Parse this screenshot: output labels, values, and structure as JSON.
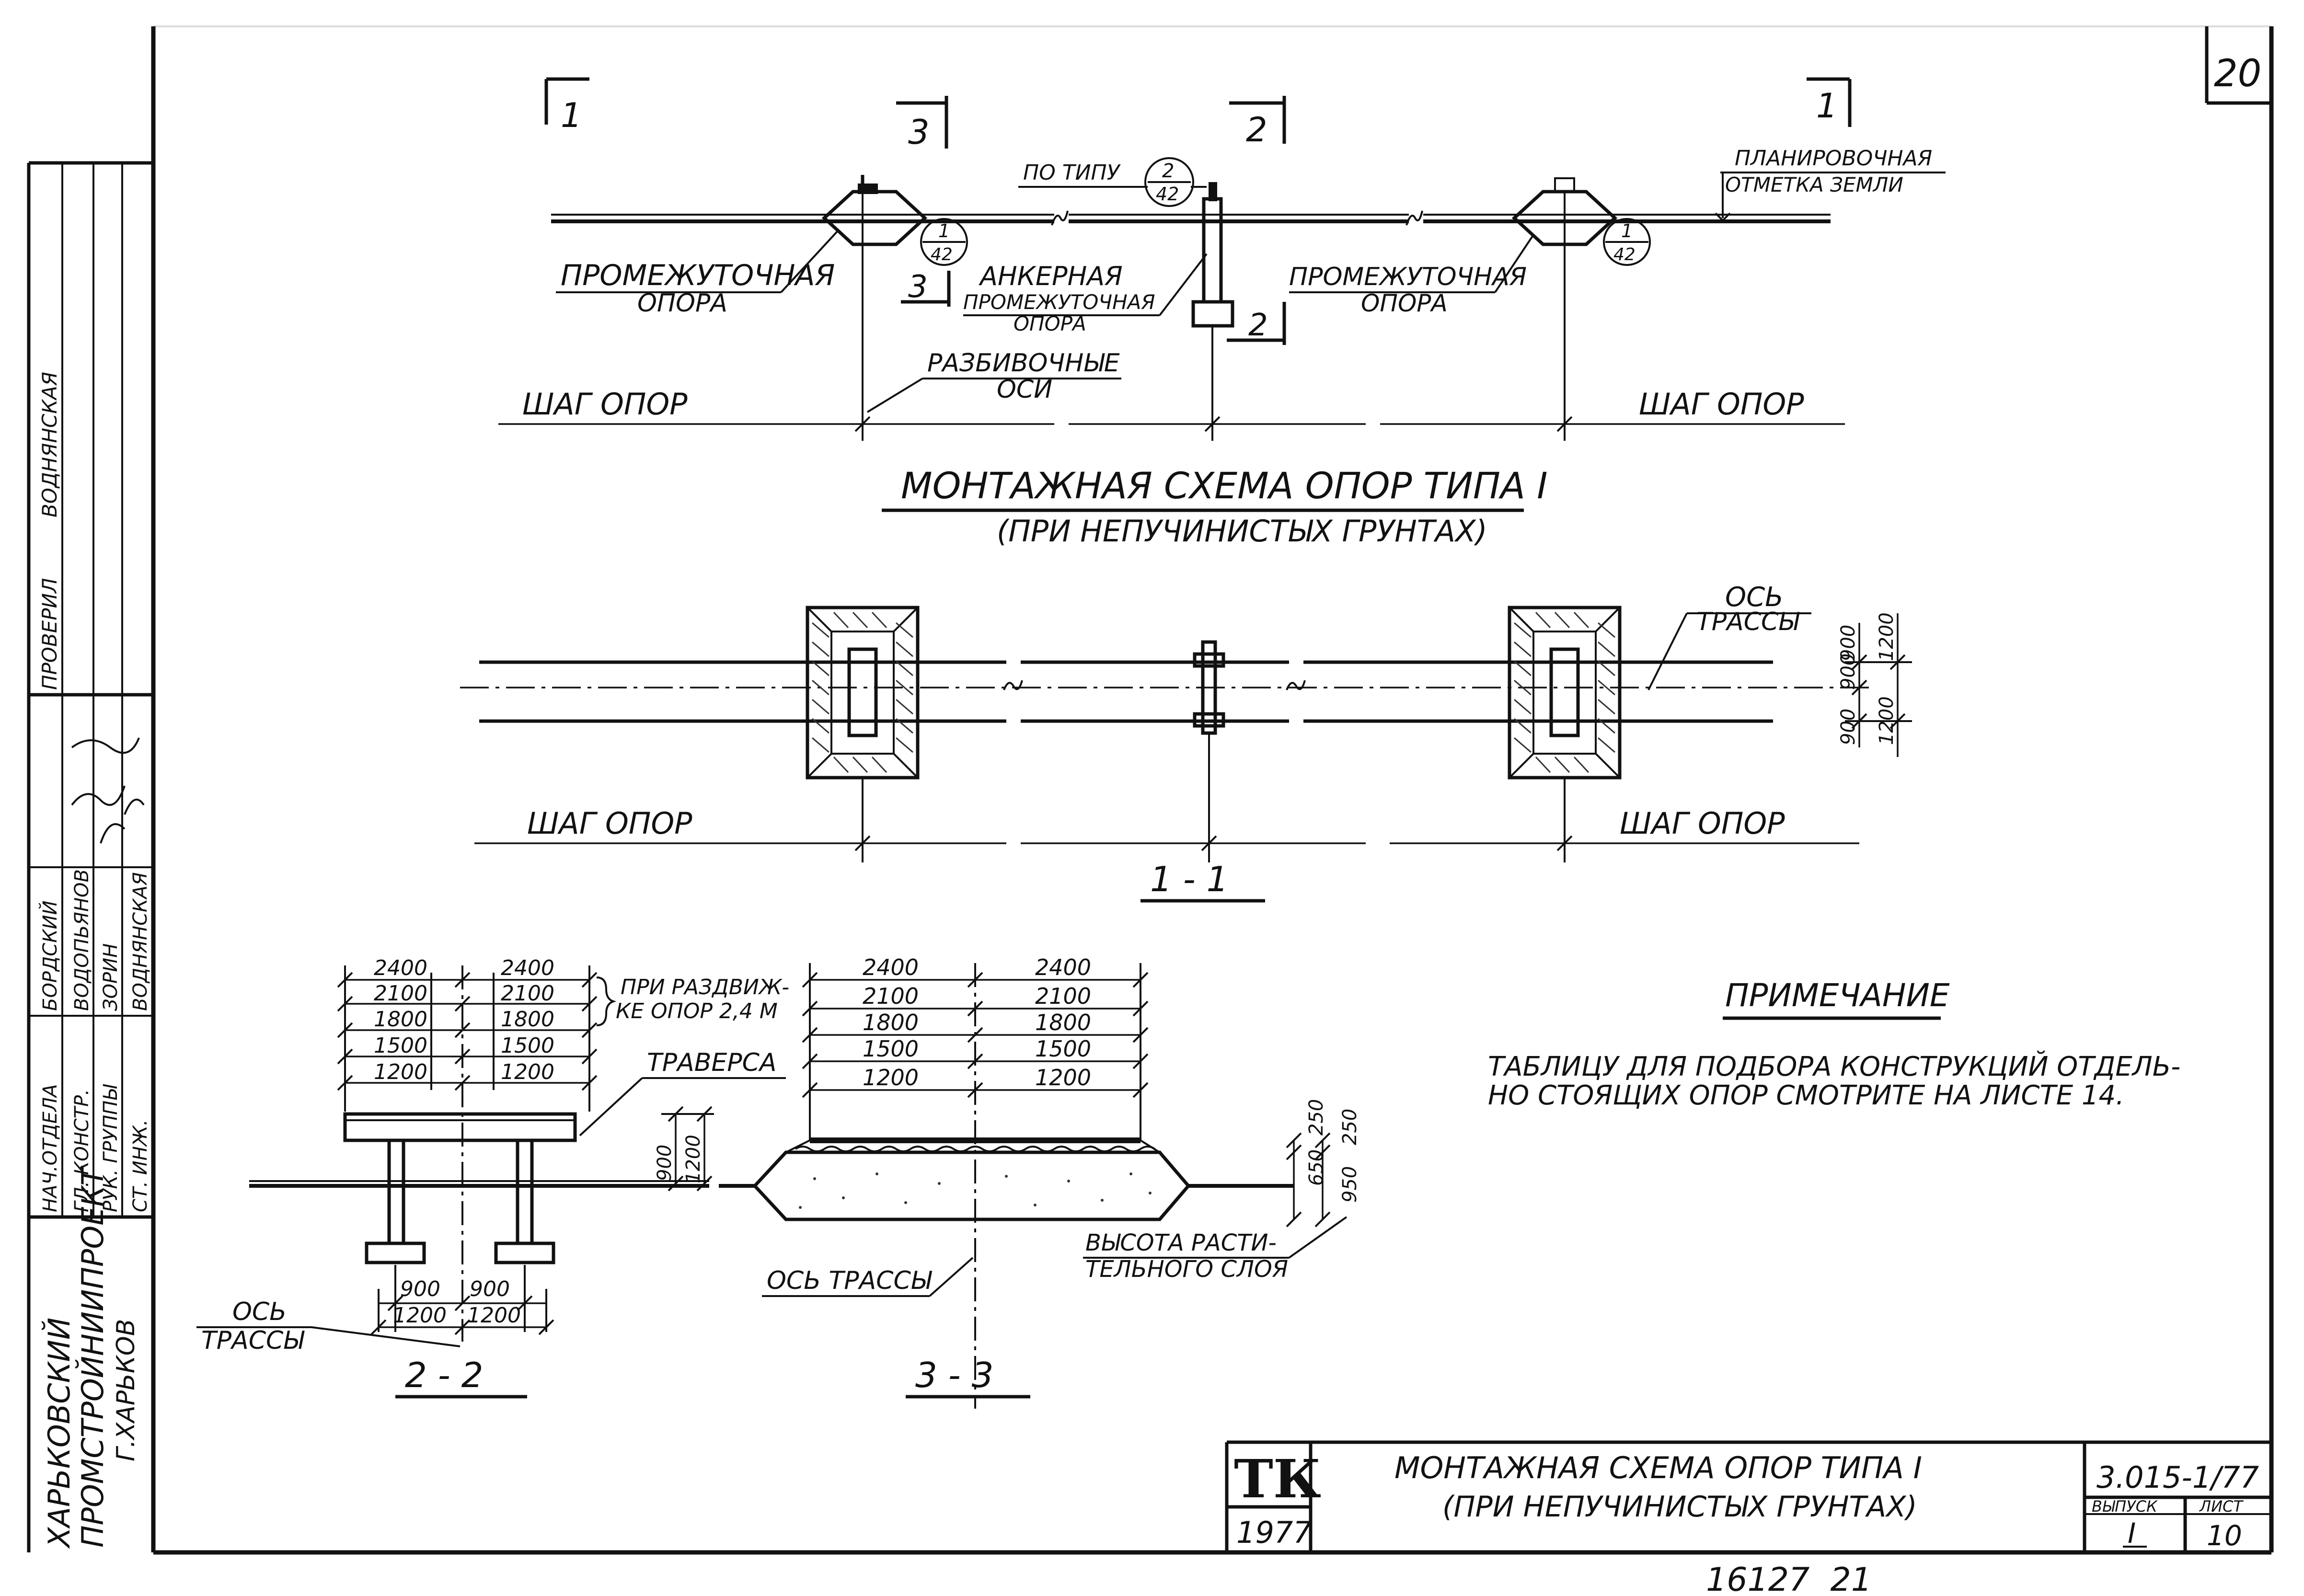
{
  "sheet_number": "20",
  "side_stamp": {
    "org_line1": "ХАРЬКОВСКИЙ",
    "org_line2": "ПРОМСТРОЙНИИПРОЕКТ",
    "org_line3": "Г.ХАРЬКОВ",
    "rows": [
      {
        "role": "НАЧ.ОТДЕЛА",
        "name": "БОРДСКИЙ"
      },
      {
        "role": "ГЛ. КОНСТР.",
        "name": "ВОДОПЬЯНОВ"
      },
      {
        "role": "РУК. ГРУППЫ",
        "name": "ЗОРИН"
      },
      {
        "role": "СТ. ИНЖ.",
        "name": "ВОДНЯНСКАЯ"
      }
    ],
    "checked_label": "ПРОВЕРИЛ",
    "checked_name": "ВОДНЯНСКАЯ"
  },
  "top_view": {
    "section_1_left": "1",
    "section_3_top": "3",
    "section_2_top": "2",
    "section_1_right": "1",
    "section_3_bottom": "3",
    "section_2_bottom": "2",
    "po_tipu": "ПО ТИПУ",
    "ref_2_42_top": "2",
    "ref_2_42_bottom": "42",
    "ref_left_top": "1",
    "ref_left_bottom": "42",
    "ref_right_top": "1",
    "ref_right_bottom": "42",
    "planning_line1": "ПЛАНИРОВОЧНАЯ",
    "planning_line2": "ОТМЕТКА ЗЕМЛИ",
    "interm_left_line1": "ПРОМЕЖУТОЧНАЯ",
    "interm_left_line2": "ОПОРА",
    "anchor_line1": "АНКЕРНАЯ",
    "anchor_line2": "ПРОМЕЖУТОЧНАЯ",
    "anchor_line3": "ОПОРА",
    "interm_right_line1": "ПРОМЕЖУТОЧНАЯ",
    "interm_right_line2": "ОПОРА",
    "axes_line1": "РАЗБИВОЧНЫЕ",
    "axes_line2": "ОСИ",
    "step_left": "ШАГ ОПОР",
    "step_right": "ШАГ ОПОР"
  },
  "main_title_line1": "МОНТАЖНАЯ СХЕМА ОПОР ТИПА I",
  "main_title_line2": "(ПРИ НЕПУЧИНИСТЫХ ГРУНТАХ)",
  "plan_view": {
    "axis_label_line1": "ОСЬ",
    "axis_label_line2": "ТРАССЫ",
    "dim_900a": "900",
    "dim_900b": "900",
    "dim_900c": "900",
    "dim_1200a": "1200",
    "dim_1200b": "1200",
    "step_left": "ШАГ ОПОР",
    "step_right": "ШАГ ОПОР",
    "section_title": "1 - 1"
  },
  "section_2_2": {
    "left_values": [
      "2400",
      "2100",
      "1800",
      "1500",
      "1200"
    ],
    "right_values": [
      "2400",
      "2100",
      "1800",
      "1500",
      "1200"
    ],
    "brace_line1": "ПРИ РАЗДВИЖ-",
    "brace_line2": "КЕ ОПОР 2,4 М",
    "traverse": "ТРАВЕРСА",
    "dim_900": "900",
    "dim_1200": "1200",
    "bottom_900_left": "900",
    "bottom_900_right": "900",
    "bottom_1200_left": "1200",
    "bottom_1200_right": "1200",
    "axis_line1": "ОСЬ",
    "axis_line2": "ТРАССЫ",
    "title": "2 - 2"
  },
  "section_3_3": {
    "left_values": [
      "2400",
      "2100",
      "1800",
      "1500",
      "1200"
    ],
    "right_values": [
      "2400",
      "2100",
      "1800",
      "1500",
      "1200"
    ],
    "dim_250a": "250",
    "dim_250b": "250",
    "dim_650": "650",
    "dim_950": "950",
    "soil_line1": "ВЫСОТА РАСТИ-",
    "soil_line2": "ТЕЛЬНОГО СЛОЯ",
    "axis": "ОСЬ ТРАССЫ",
    "title": "3 - 3"
  },
  "note": {
    "title": "ПРИМЕЧАНИЕ",
    "line1": "ТАБЛИЦУ ДЛЯ ПОДБОРА КОНСТРУКЦИЙ ОТДЕЛЬ-",
    "line2": "НО СТОЯЩИХ ОПОР СМОТРИТЕ НА ЛИСТЕ 14."
  },
  "title_block": {
    "logo": "ТК",
    "year": "1977",
    "title_line1": "МОНТАЖНАЯ СХЕМА ОПОР ТИПА I",
    "title_line2": "(ПРИ НЕПУЧИНИСТЫХ ГРУНТАХ)",
    "series": "3.015-1/77",
    "issue_label": "ВЫПУСК",
    "sheet_label": "ЛИСТ",
    "issue": "I",
    "sheet": "10"
  },
  "bottom_stamp": "16127  21"
}
